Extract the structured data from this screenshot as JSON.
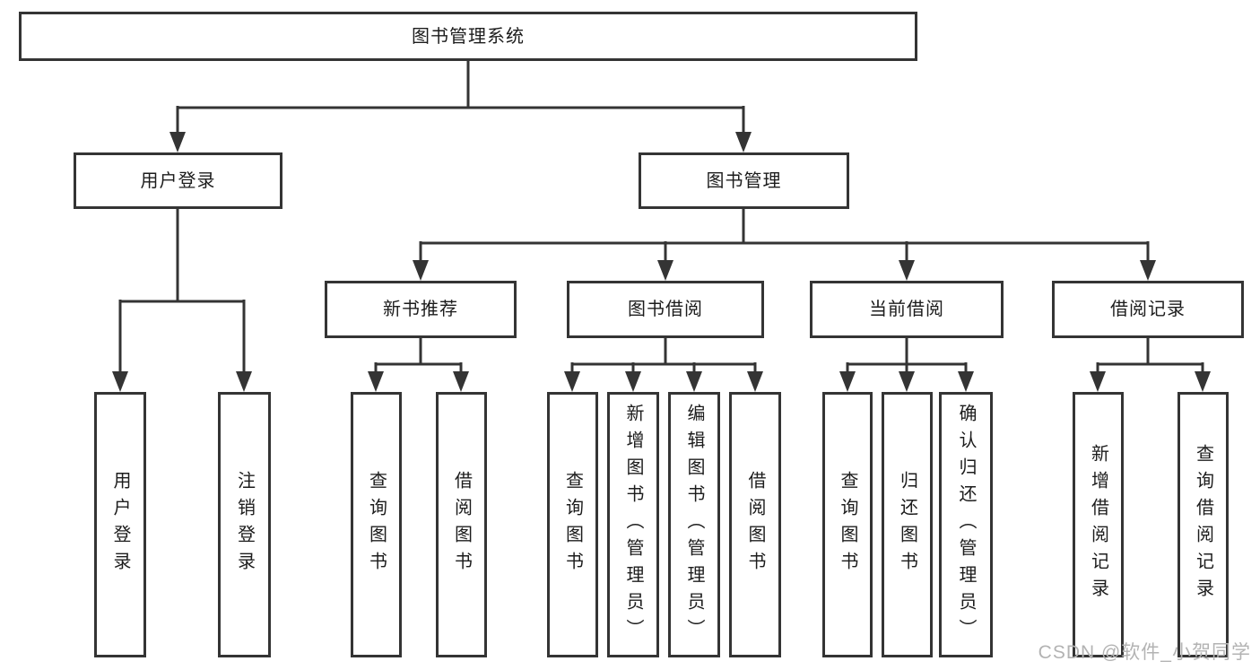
{
  "diagram": {
    "title": "图书管理系统",
    "branches": [
      {
        "label": "用户登录",
        "children": [
          {
            "label": "用户登录"
          },
          {
            "label": "注销登录"
          }
        ]
      },
      {
        "label": "图书管理",
        "children": [
          {
            "label": "新书推荐",
            "children": [
              {
                "label": "查询图书"
              },
              {
                "label": "借阅图书"
              }
            ]
          },
          {
            "label": "图书借阅",
            "children": [
              {
                "label": "查询图书"
              },
              {
                "label": "新增图书（管理员）"
              },
              {
                "label": "编辑图书（管理员）"
              },
              {
                "label": "借阅图书"
              }
            ]
          },
          {
            "label": "当前借阅",
            "children": [
              {
                "label": "查询图书"
              },
              {
                "label": "归还图书"
              },
              {
                "label": "确认归还（管理员）"
              }
            ]
          },
          {
            "label": "借阅记录",
            "children": [
              {
                "label": "新增借阅记录"
              },
              {
                "label": "查询借阅记录"
              }
            ]
          }
        ]
      }
    ]
  },
  "watermark": {
    "text": "CSDN @软件_小贺同学",
    "color": "#b3b3b3"
  },
  "colors": {
    "line": "#343434",
    "box_border": "#343434",
    "text": "#1c1c1c",
    "background": "#ffffff"
  }
}
